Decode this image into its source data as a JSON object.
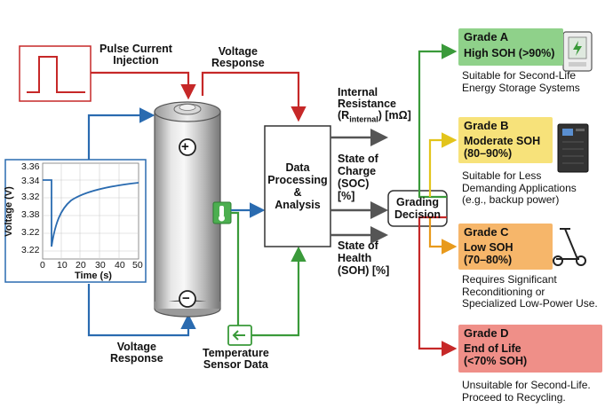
{
  "inputs": {
    "pulse_current": "Pulse Current\nInjection",
    "voltage_response_top": "Voltage\nResponse",
    "voltage_response_bottom": "Voltage\nResponse",
    "temperature_sensor": "Temperature\nSensor Data"
  },
  "plot": {
    "ylabel": "Voltage (V)",
    "xlabel": "Time (s)",
    "yticks": [
      "3.36",
      "3.34",
      "3.32",
      "3.38",
      "3.22",
      "3.22"
    ],
    "xticks": [
      "0",
      "10",
      "20",
      "30",
      "40",
      "50"
    ]
  },
  "battery": {
    "plus": "+",
    "minus": "−"
  },
  "processing": {
    "label": "Data\nProcessing\n&\nAnalysis"
  },
  "outputs": {
    "internal_resistance_1": "Internal",
    "internal_resistance_2": "Resistance",
    "internal_resistance_3a": "(R",
    "internal_resistance_3b": "internal",
    "internal_resistance_3c": ") [mΩ]",
    "soc": "State of\nCharge\n(SOC)\n[%]",
    "soh": "State of\nHealth\n(SOH) [%]"
  },
  "decision": {
    "label": "Grading\nDecision"
  },
  "grades": [
    {
      "title": "Grade A",
      "subtitle": "High SOH (>90%)",
      "description": "Suitable for Second-Life\nEnergy Storage Systems",
      "color": "#8fd18a",
      "icon": "battery-storage-icon"
    },
    {
      "title": "Grade B",
      "subtitle": "Moderate SOH\n(80–90%)",
      "description": "Suitable for Less\nDemanding Applications\n(e.g., backup power)",
      "color": "#f7e27a",
      "icon": "ups-cabinet-icon"
    },
    {
      "title": "Grade C",
      "subtitle": "Low SOH\n(70–80%)",
      "description": "Requires Significant\nReconditioning or\nSpecialized Low-Power Use.",
      "color": "#f6b66a",
      "icon": "scooter-icon"
    },
    {
      "title": "Grade D",
      "subtitle": "End of Life\n(<70% SOH)",
      "description": "Unsuitable for Second-Life.\nProceed to Recycling.",
      "color": "#ef8f88",
      "icon": "recycle-bin-icon"
    }
  ],
  "colors": {
    "red": "#c62828",
    "blue": "#2a6bb0",
    "green": "#3a9a3a",
    "orange": "#e89a1c",
    "yellow": "#e3c41b",
    "gray": "#555555"
  }
}
